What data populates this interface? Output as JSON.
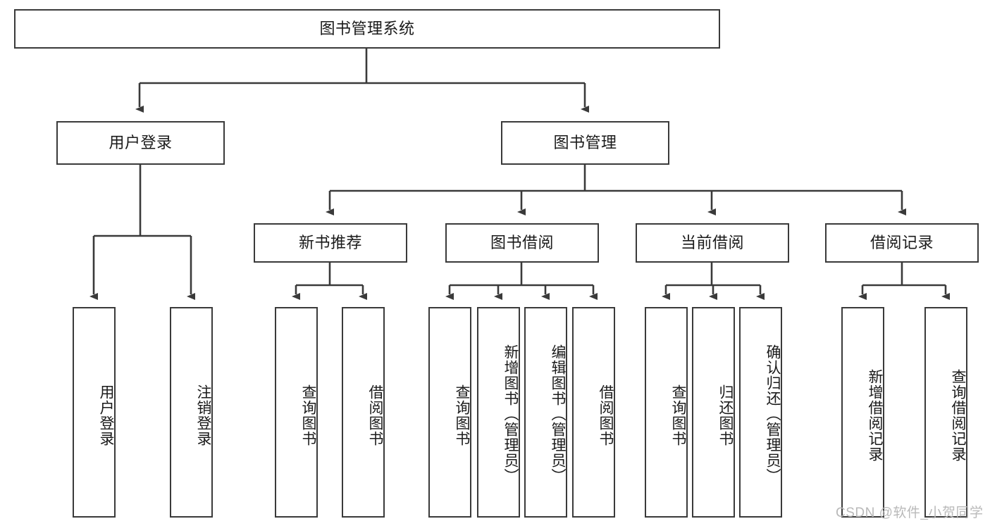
{
  "diagram": {
    "type": "tree-hierarchy",
    "title": "图书管理系统",
    "orientation": "top-down",
    "colors": {
      "box_border": "#3a3a3a",
      "box_fill": "#ffffff",
      "connector": "#3a3a3a",
      "text": "#1a1a1a",
      "watermark": "#b9b9b9",
      "background": "#ffffff"
    },
    "root": {
      "label": "图书管理系统"
    },
    "level2": [
      {
        "label": "用户登录"
      },
      {
        "label": "图书管理"
      }
    ],
    "level3": [
      {
        "label": "新书推荐"
      },
      {
        "label": "图书借阅"
      },
      {
        "label": "当前借阅"
      },
      {
        "label": "借阅记录"
      }
    ],
    "leaves": {
      "user_login": [
        {
          "label": "用户登录"
        },
        {
          "label": "注销登录"
        }
      ],
      "new_book_recommend": [
        {
          "label": "查询图书"
        },
        {
          "label": "借阅图书"
        }
      ],
      "book_borrow": [
        {
          "label": "查询图书"
        },
        {
          "label": "新增图书（管理员）"
        },
        {
          "label": "编辑图书（管理员）"
        },
        {
          "label": "借阅图书"
        }
      ],
      "current_borrow": [
        {
          "label": "查询图书"
        },
        {
          "label": "归还图书"
        },
        {
          "label": "确认归还（管理员）"
        }
      ],
      "borrow_record": [
        {
          "label": "新增借阅记录"
        },
        {
          "label": "查询借阅记录"
        }
      ]
    }
  },
  "watermark": {
    "text": "CSDN @软件_小贺同学"
  }
}
